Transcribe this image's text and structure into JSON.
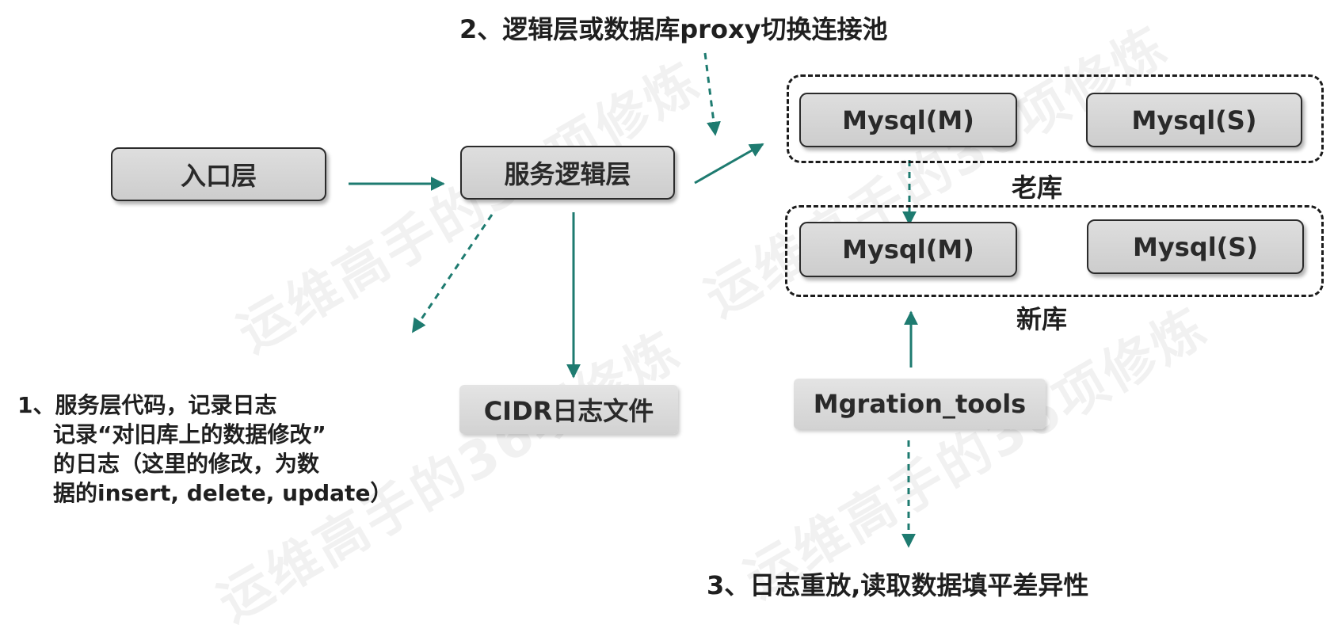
{
  "watermark": "运维高手的36项修炼",
  "nodes": {
    "entry": "入口层",
    "service": "服务逻辑层",
    "cidr_log": "CIDR日志文件",
    "migration_tool": "Mgration_tools",
    "old_master": "Mysql(M)",
    "old_slave": "Mysql(S)",
    "new_master": "Mysql(M)",
    "new_slave": "Mysql(S)"
  },
  "groups": {
    "old_db": "老库",
    "new_db": "新库"
  },
  "steps": {
    "step1_lines": [
      "1、服务层代码，记录日志",
      "记录“对旧库上的数据修改”",
      "的日志（这里的修改，为数",
      "据的insert, delete, update）"
    ],
    "step2": "2、逻辑层或数据库proxy切换连接池",
    "step3": "3、日志重放,读取数据填平差异性"
  },
  "colors": {
    "arrow": "#1e7b70",
    "node_fill": "#d6d6d6",
    "border": "#2b2b2b"
  }
}
